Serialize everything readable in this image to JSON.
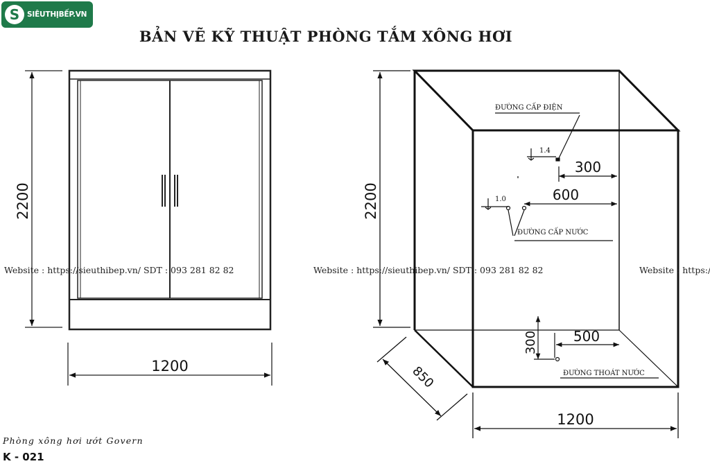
{
  "logo": {
    "mark": "S",
    "text": "SIÊUTHỊBẾP.VN"
  },
  "title": "BẢN VẼ KỸ THUẬT PHÒNG TẮM  XÔNG HƠI",
  "front_view": {
    "height_label": "2200",
    "width_label": "1200"
  },
  "iso_view": {
    "height_label": "2200",
    "depth_label": "850",
    "width_label": "1200",
    "elec_label": "ĐƯỜNG CẤP ĐIỆN",
    "elec_height": "1.4",
    "dim_300": "300",
    "dim_600": "600",
    "water_height": "1.0",
    "water_label": "ĐƯỜNG CẤP NƯỚC",
    "drain_dim_500": "500",
    "drain_dim_300": "300",
    "drain_label": "ĐƯỜNG THOÁT NƯỚC"
  },
  "watermarks": [
    "Website : https://sieuthibep.vn/   SDT : 093 281 82 82",
    "Website : https://sieuthibep.vn/ SDT : 093 281 82 82",
    "Website : https:/"
  ],
  "caption": "Phòng xông hơi ướt Govern",
  "code": "K - 021"
}
